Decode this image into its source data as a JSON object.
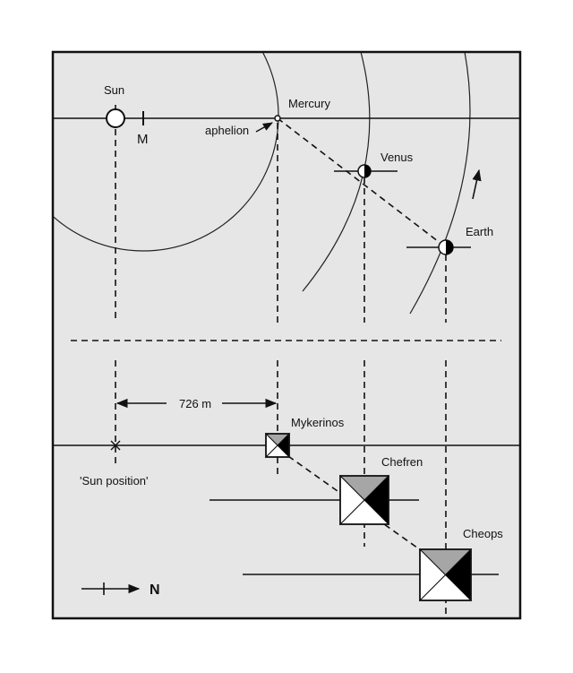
{
  "diagram": {
    "background_color": "#e6e6e6",
    "labels": {
      "sun": "Sun",
      "m_marker": "M",
      "mercury": "Mercury",
      "aphelion": "aphelion",
      "venus": "Venus",
      "earth": "Earth",
      "distance": "726 m",
      "mykerinos": "Mykerinos",
      "chefren": "Chefren",
      "cheops": "Cheops",
      "sun_position": "'Sun position'",
      "north": "N"
    },
    "colors": {
      "pyramid_shade": "#a6a6a6",
      "pyramid_dark": "#000000",
      "pyramid_light": "#ffffff"
    }
  }
}
